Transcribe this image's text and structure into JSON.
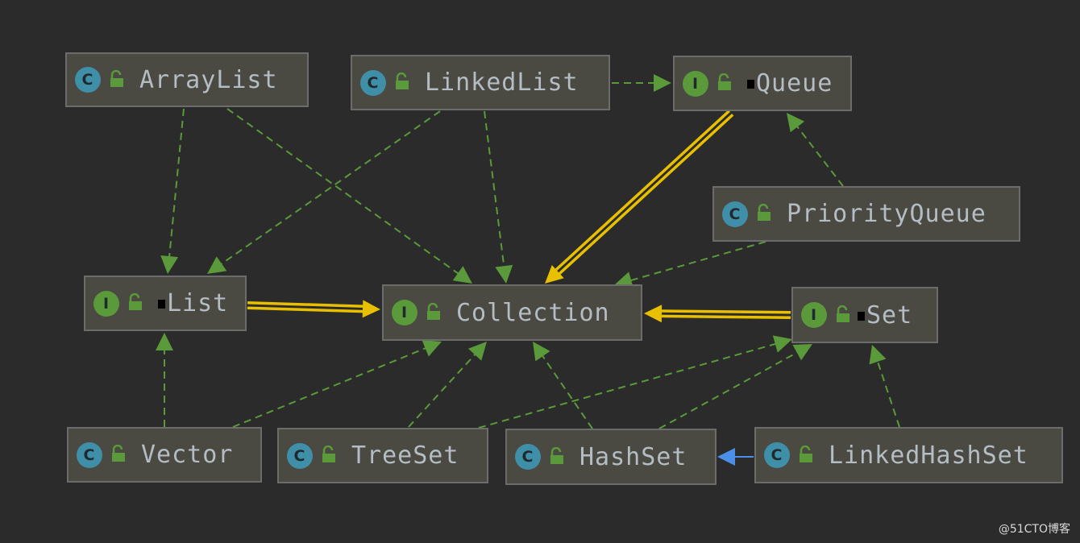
{
  "nodes": {
    "arraylist": {
      "kind": "C",
      "label": "ArrayList"
    },
    "linkedlist": {
      "kind": "C",
      "label": "LinkedList"
    },
    "queue": {
      "kind": "I",
      "label": "Queue"
    },
    "priorityqueue": {
      "kind": "C",
      "label": "PriorityQueue"
    },
    "list": {
      "kind": "I",
      "label": "List"
    },
    "collection": {
      "kind": "I",
      "label": "Collection"
    },
    "set": {
      "kind": "I",
      "label": "Set"
    },
    "vector": {
      "kind": "C",
      "label": "Vector"
    },
    "treeset": {
      "kind": "C",
      "label": "TreeSet"
    },
    "hashset": {
      "kind": "C",
      "label": "HashSet"
    },
    "linkedhashset": {
      "kind": "C",
      "label": "LinkedHashSet"
    }
  },
  "edges": [
    {
      "from": "arraylist",
      "to": "list",
      "type": "implements"
    },
    {
      "from": "arraylist",
      "to": "collection",
      "type": "implements"
    },
    {
      "from": "linkedlist",
      "to": "list",
      "type": "implements"
    },
    {
      "from": "linkedlist",
      "to": "collection",
      "type": "implements"
    },
    {
      "from": "linkedlist",
      "to": "queue",
      "type": "implements"
    },
    {
      "from": "priorityqueue",
      "to": "queue",
      "type": "implements"
    },
    {
      "from": "priorityqueue",
      "to": "collection",
      "type": "implements"
    },
    {
      "from": "queue",
      "to": "collection",
      "type": "extends-interface"
    },
    {
      "from": "list",
      "to": "collection",
      "type": "extends-interface"
    },
    {
      "from": "set",
      "to": "collection",
      "type": "extends-interface"
    },
    {
      "from": "vector",
      "to": "list",
      "type": "implements"
    },
    {
      "from": "vector",
      "to": "collection",
      "type": "implements"
    },
    {
      "from": "treeset",
      "to": "collection",
      "type": "implements"
    },
    {
      "from": "treeset",
      "to": "set",
      "type": "implements"
    },
    {
      "from": "hashset",
      "to": "collection",
      "type": "implements"
    },
    {
      "from": "hashset",
      "to": "set",
      "type": "implements"
    },
    {
      "from": "linkedhashset",
      "to": "set",
      "type": "implements"
    },
    {
      "from": "linkedhashset",
      "to": "hashset",
      "type": "extends-class"
    }
  ],
  "colors": {
    "implements": "#5a9a3a",
    "extends-interface": "#e8c000",
    "extends-class": "#4a90e8",
    "class_badge": "#3f8fa8",
    "interface_badge": "#5a9a3a"
  },
  "icons": {
    "visibility": "unlocked-padlock-icon"
  },
  "watermark": "@51CTO博客"
}
